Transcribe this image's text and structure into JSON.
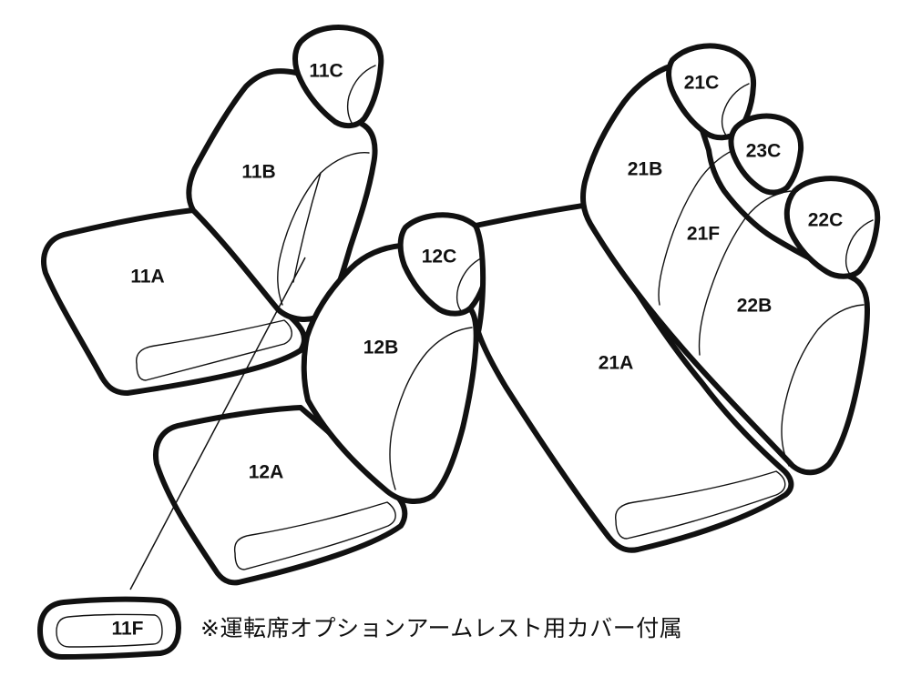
{
  "parts": {
    "p11A": "11A",
    "p11B": "11B",
    "p11C": "11C",
    "p11F": "11F",
    "p12A": "12A",
    "p12B": "12B",
    "p12C": "12C",
    "p21A": "21A",
    "p21B": "21B",
    "p21C": "21C",
    "p21F": "21F",
    "p22B": "22B",
    "p22C": "22C",
    "p23C": "23C"
  },
  "note": "※運転席オプションアームレスト用カバー付属",
  "colors": {
    "outline": "#111111",
    "fill": "#ffffff"
  }
}
